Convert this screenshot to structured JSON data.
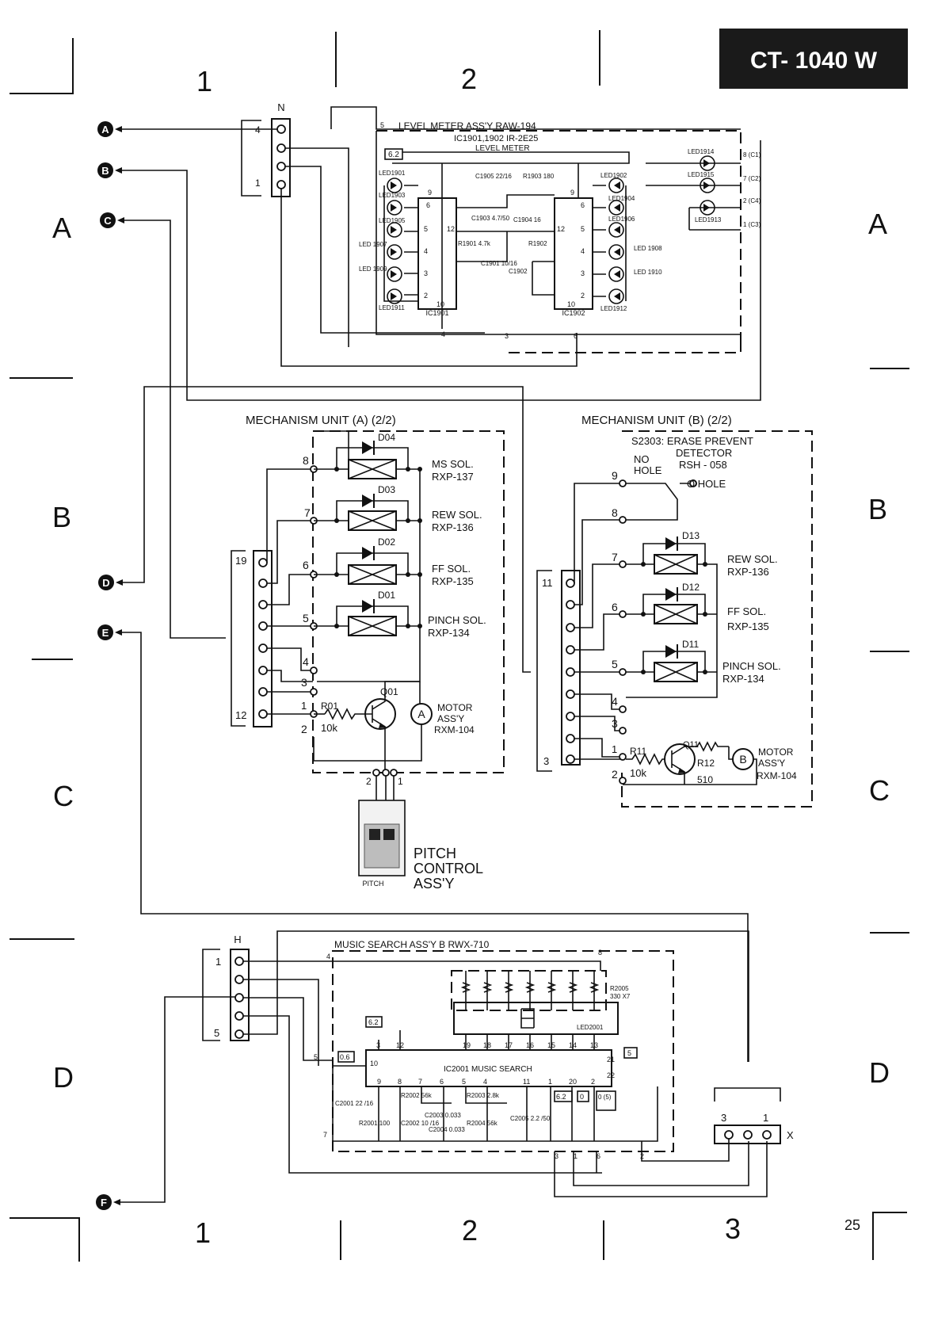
{
  "header": {
    "model_badge": "CT- 1040 W",
    "page_number": "25"
  },
  "grid": {
    "columns": [
      "1",
      "2",
      "3"
    ],
    "rows": [
      "A",
      "B",
      "C",
      "D"
    ]
  },
  "connectors": {
    "left_markers": [
      "A",
      "B",
      "C",
      "D",
      "E",
      "F"
    ],
    "n_block": {
      "label": "N",
      "pin_top": "4",
      "pin_bottom": "1"
    },
    "h_block": {
      "label": "H",
      "pin_top": "1",
      "pin_bottom": "5"
    },
    "x_block": {
      "label": "X",
      "pin_left": "3",
      "pin_right": "1"
    }
  },
  "level_meter": {
    "title": "LEVEL METER ASS'Y  RAW-194",
    "ic_line": "IC1901,1902   IR-2E25",
    "ic_sub": "LEVEL  METER",
    "ic_left": "IC1901",
    "ic_right": "IC1902",
    "voltage": "6.2",
    "leds_left": [
      "LED1901",
      "LED1903",
      "LED1905",
      "LED 1907",
      "LED 1909",
      "LED1911"
    ],
    "leds_right": [
      "LED1902",
      "LED1904",
      "LED1906",
      "LED 1908",
      "LED 1910",
      "LED1912"
    ],
    "leds_far": [
      "LED1914",
      "LED1915",
      "LED1913"
    ],
    "ext_pins": [
      "8 (C1)",
      "7 (C2)",
      "2 (C4)",
      "1 (C3)"
    ],
    "parts": [
      "C1905 22/16",
      "R1903 180",
      "C1903 4.7/50",
      "C1904 16",
      "R1901 4.7k",
      "R1902",
      "C1901 10/16",
      "C1902"
    ],
    "bottom_pins": [
      "4",
      "3",
      "6"
    ]
  },
  "mech_a": {
    "title": "MECHANISM UNIT (A) (2/2)",
    "solenoids": [
      {
        "diode": "D04",
        "name": "MS SOL.",
        "part": "RXP-137"
      },
      {
        "diode": "D03",
        "name": "REW SOL.",
        "part": "RXP-136"
      },
      {
        "diode": "D02",
        "name": "FF SOL.",
        "part": "RXP-135"
      },
      {
        "diode": "D01",
        "name": "PINCH SOL.",
        "part": "RXP-134"
      }
    ],
    "pins": [
      "8",
      "7",
      "6",
      "5",
      "4",
      "3",
      "1",
      "2"
    ],
    "conn_top": "19",
    "conn_bottom": "12",
    "transistor": "Q01",
    "resistor": "R01",
    "resistor_value": "10k",
    "motor_symbol": "A",
    "motor_lines": [
      "MOTOR",
      "ASS'Y",
      "RXM-104"
    ]
  },
  "pitch": {
    "lines": [
      "PITCH",
      "CONTROL",
      "ASS'Y"
    ],
    "sub": "PITCH",
    "pin_left": "2",
    "pin_right": "1"
  },
  "mech_b": {
    "title": "MECHANISM UNIT (B) (2/2)",
    "switch_lines": [
      "S2303: ERASE PREVENT",
      "DETECTOR",
      "RSH - 058"
    ],
    "no_hole": [
      "NO",
      "HOLE"
    ],
    "hole": "O HOLE",
    "solenoids": [
      {
        "diode": "D13",
        "name": "REW SOL.",
        "part": "RXP-136"
      },
      {
        "diode": "D12",
        "name": "FF SOL.",
        "part": "RXP-135"
      },
      {
        "diode": "D11",
        "name": "PINCH SOL.",
        "part": "RXP-134"
      }
    ],
    "pins": [
      "9",
      "8",
      "7",
      "6",
      "5",
      "4",
      "3",
      "1",
      "2"
    ],
    "conn_top": "11",
    "conn_bottom": "3",
    "transistor": "Q11",
    "r11": "R11",
    "r11_value": "10k",
    "r12": "R12",
    "r12_value": "510",
    "motor_symbol": "B",
    "motor_lines": [
      "MOTOR",
      "ASS'Y",
      "RXM-104"
    ]
  },
  "music_search": {
    "title": "MUSIC SEARCH ASS'Y B   RWX-710",
    "ic_label": "IC2001  MUSIC  SEARCH",
    "display": "LED2001",
    "rnet": [
      "R2005",
      "330 X7"
    ],
    "top_pins": [
      "3",
      "12",
      "19",
      "18",
      "17",
      "16",
      "15",
      "14",
      "13"
    ],
    "bottom_pins": [
      "9",
      "8",
      "7",
      "6",
      "5",
      "4",
      "11",
      "1",
      "20",
      "2"
    ],
    "right_pins": [
      "21",
      "22"
    ],
    "left_pin": "10",
    "volt_boxes": [
      "6.2",
      "0.6",
      "5",
      "6.2",
      "0",
      "0 (5)"
    ],
    "parts": [
      "C2001 22 /16",
      "R2001 100",
      "R2002 56k",
      "C2002 10 /16",
      "C2003 0.033",
      "C2004 0.033",
      "R2003 2.8k",
      "R2004 56k",
      "C2005 2.2 /50"
    ],
    "frame_pins": [
      "4",
      "8",
      "5",
      "7",
      "3",
      "1",
      "6",
      "2"
    ]
  }
}
